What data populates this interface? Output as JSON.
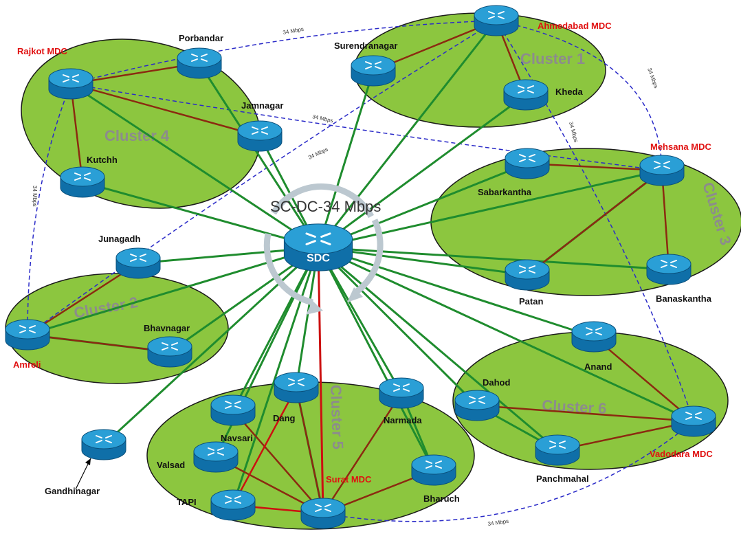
{
  "diagram": {
    "center_banner": "SC-DC-34 Mbps",
    "link_speed_label": "34 Mbps",
    "colors": {
      "cluster_fill": "#8cc63f",
      "router_top": "#2a9fd6",
      "router_body": "#0f6fa8",
      "sdc_link": "#1f8c2e",
      "cluster_link": "#8b2a10",
      "surat_link": "#cc1010",
      "wan_dashed": "#2a2ac8",
      "mdc_label": "#e01010"
    },
    "clusters": [
      {
        "id": "c1",
        "label": "Cluster 1"
      },
      {
        "id": "c2",
        "label": "Cluster 2"
      },
      {
        "id": "c3",
        "label": "Cluster 3"
      },
      {
        "id": "c4",
        "label": "Cluster 4"
      },
      {
        "id": "c5",
        "label": "Cluster 5"
      },
      {
        "id": "c6",
        "label": "Cluster 6"
      }
    ],
    "nodes": [
      {
        "id": "sdc",
        "label": "SDC",
        "mdc": false
      },
      {
        "id": "ahmedabad",
        "label": "Ahmedabad  MDC",
        "mdc": true
      },
      {
        "id": "surendranagar",
        "label": "Surendranagar",
        "mdc": false
      },
      {
        "id": "kheda",
        "label": "Kheda",
        "mdc": false
      },
      {
        "id": "rajkot",
        "label": "Rajkot MDC",
        "mdc": true
      },
      {
        "id": "porbandar",
        "label": "Porbandar",
        "mdc": false
      },
      {
        "id": "jamnagar",
        "label": "Jamnagar",
        "mdc": false
      },
      {
        "id": "kutchh",
        "label": "Kutchh",
        "mdc": false
      },
      {
        "id": "mehsana",
        "label": "Mehsana MDC",
        "mdc": true
      },
      {
        "id": "sabarkantha",
        "label": "Sabarkantha",
        "mdc": false
      },
      {
        "id": "patan",
        "label": "Patan",
        "mdc": false
      },
      {
        "id": "banaskantha",
        "label": "Banaskantha",
        "mdc": false
      },
      {
        "id": "junagadh",
        "label": "Junagadh",
        "mdc": false
      },
      {
        "id": "amreli",
        "label": "Amreli",
        "mdc": true
      },
      {
        "id": "bhavnagar",
        "label": "Bhavnagar",
        "mdc": false
      },
      {
        "id": "gandhinagar",
        "label": "Gandhinagar",
        "mdc": false
      },
      {
        "id": "navsari",
        "label": "Navsari",
        "mdc": false
      },
      {
        "id": "dang",
        "label": "Dang",
        "mdc": false
      },
      {
        "id": "narmada",
        "label": "Narmada",
        "mdc": false
      },
      {
        "id": "valsad",
        "label": "Valsad",
        "mdc": false
      },
      {
        "id": "tapi",
        "label": "TAPI",
        "mdc": false
      },
      {
        "id": "surat",
        "label": "Surat MDC",
        "mdc": true
      },
      {
        "id": "bharuch",
        "label": "Bharuch",
        "mdc": false
      },
      {
        "id": "anand",
        "label": "Anand",
        "mdc": false
      },
      {
        "id": "dahod",
        "label": "Dahod",
        "mdc": false
      },
      {
        "id": "vadodara",
        "label": "Vadodara MDC",
        "mdc": true
      },
      {
        "id": "panchmahal",
        "label": "Panchmahal",
        "mdc": false
      }
    ]
  }
}
